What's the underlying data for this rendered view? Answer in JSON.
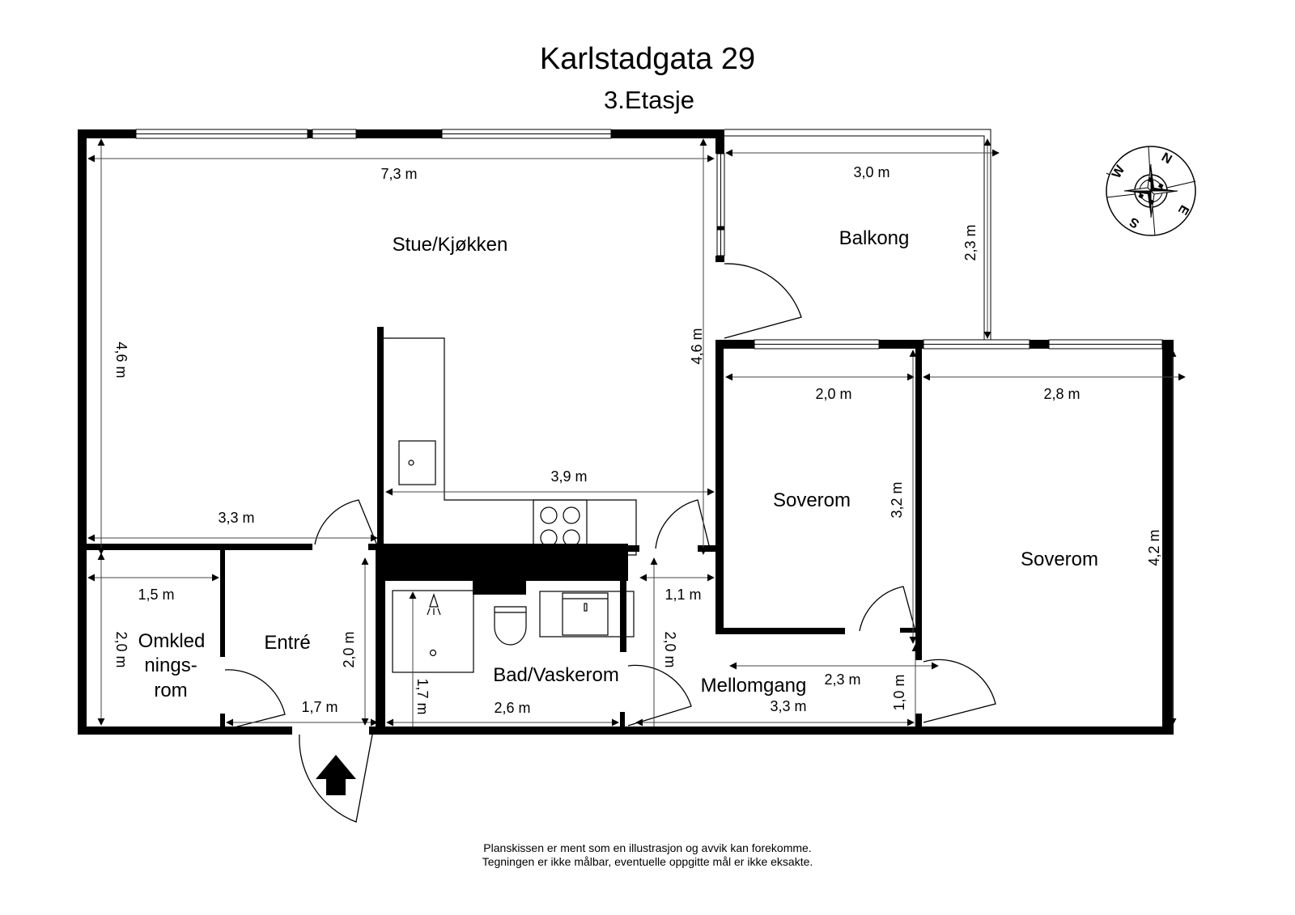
{
  "header": {
    "title": "Karlstadgata 29",
    "subtitle": "3.Etasje"
  },
  "rooms": {
    "stue": "Stue/Kjøkken",
    "balkong": "Balkong",
    "soverom1": "Soverom",
    "soverom2": "Soverom",
    "omkled_1": "Omkled",
    "omkled_2": "nings-",
    "omkled_3": "rom",
    "entre": "Entré",
    "bad": "Bad/Vaskerom",
    "mellomgang": "Mellomgang"
  },
  "dimensions": {
    "stue_width": "7,3 m",
    "stue_height_left": "4,6 m",
    "stue_height_right": "4,6 m",
    "stue_lower_width": "3,3 m",
    "kitchen_width": "3,9 m",
    "balkong_width": "3,0 m",
    "balkong_depth": "2,3 m",
    "soverom1_width": "2,0 m",
    "soverom1_depth": "3,2 m",
    "soverom2_width": "2,8 m",
    "soverom2_depth": "4,2 m",
    "omkled_width": "1,5 m",
    "omkled_depth": "2,0 m",
    "entre_width": "1,7 m",
    "entre_depth": "2,0 m",
    "bad_width": "2,6 m",
    "bad_depth": "1,7 m",
    "mellomgang_upper": "1,1 m",
    "mellomgang_depth": "2,0 m",
    "mellomgang_mid": "2,3 m",
    "mellomgang_width": "3,3 m",
    "mellomgang_end": "1,0 m"
  },
  "compass": {
    "north": "N",
    "east": "E",
    "south": "S",
    "west": "W"
  },
  "footer": {
    "line1": "Planskissen er ment som en illustrasjon og avvik kan forekomme.",
    "line2": "Tegningen er ikke målbar, eventuelle oppgitte mål er ikke eksakte."
  },
  "colors": {
    "wall": "#000000",
    "background": "#ffffff",
    "dimension_line": "#555555"
  }
}
